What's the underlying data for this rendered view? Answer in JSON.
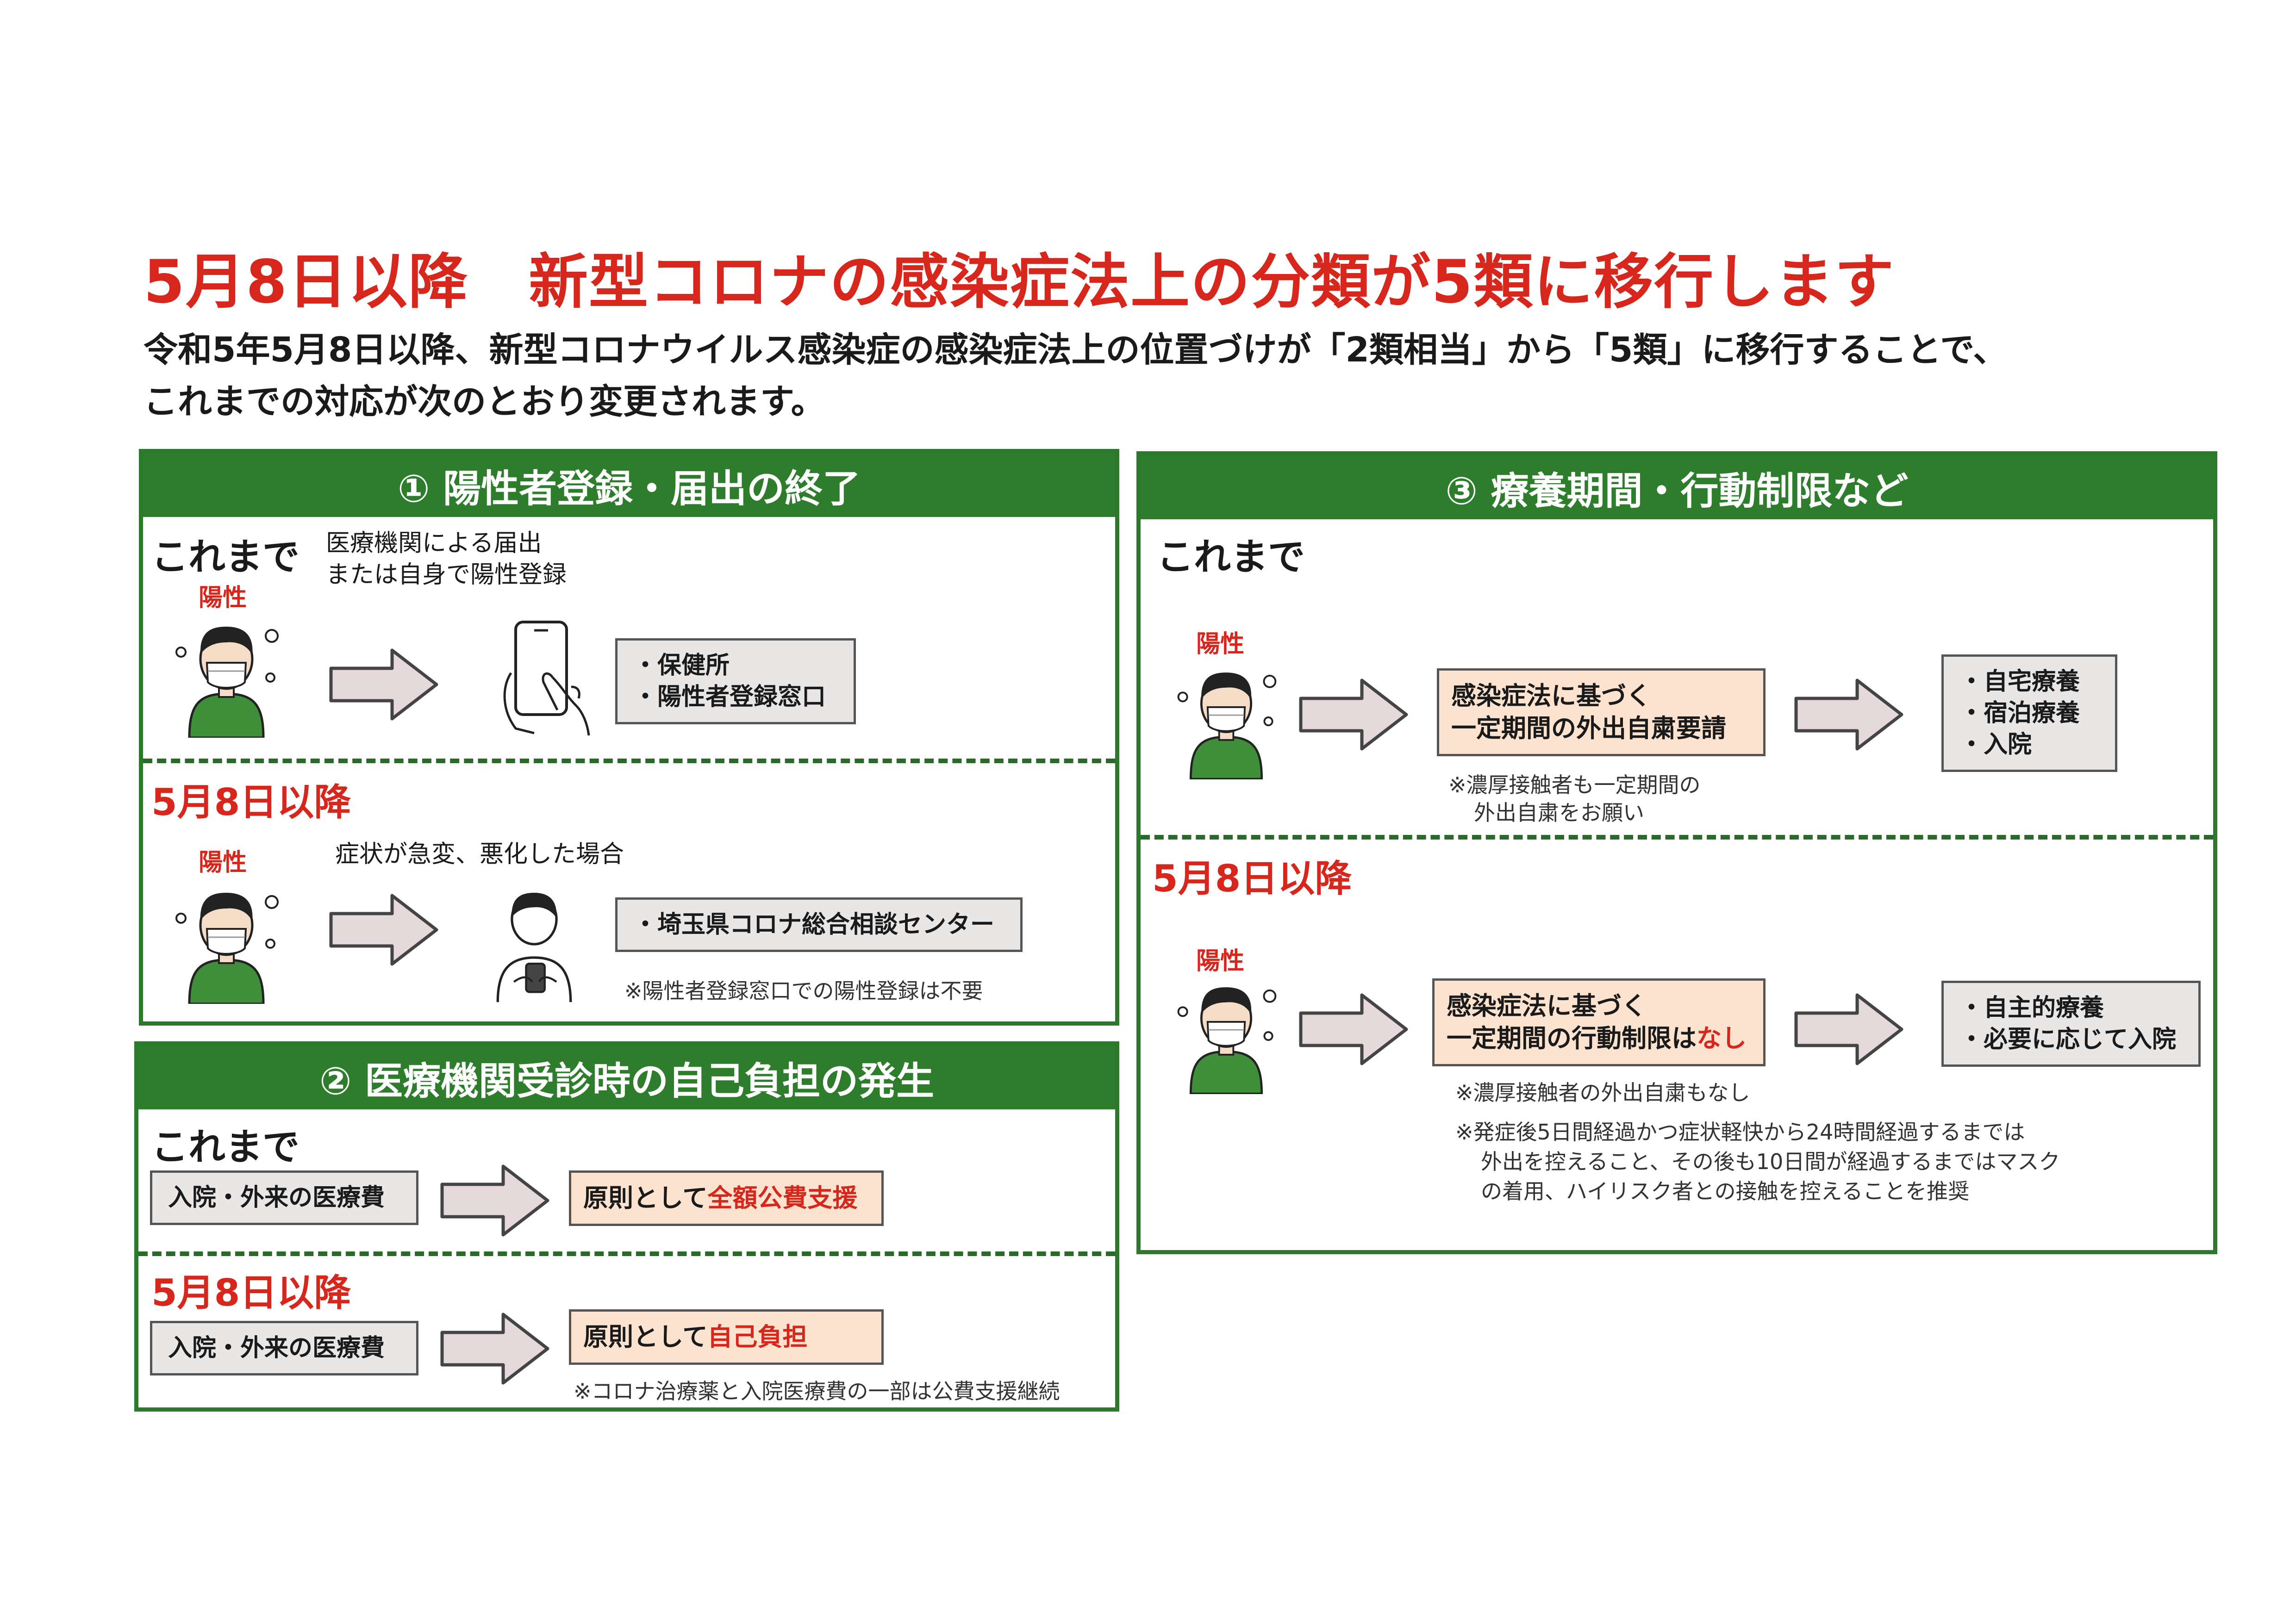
{
  "title": "5月8日以降　新型コロナの感染症法上の分類が5類に移行します",
  "intro": {
    "line1": "令和5年5月8日以降、新型コロナウイルス感染症の感染症法上の位置づけが「2類相当」から「5類」に移行することで、",
    "line2": "これまでの対応が次のとおり変更されます。"
  },
  "labels": {
    "before": "これまで",
    "after": "5月8日以降",
    "positive": "陽性"
  },
  "section1": {
    "header": "① 陽性者登録・届出の終了",
    "before": {
      "desc1": "医療機関による届出",
      "desc2": "または自身で陽性登録",
      "box1": "・保健所",
      "box2": "・陽性者登録窓口"
    },
    "after": {
      "desc": "症状が急変、悪化した場合",
      "box": "・埼玉県コロナ総合相談センター",
      "note": "※陽性者登録窓口での陽性登録は不要"
    }
  },
  "section2": {
    "header": "② 医療機関受診時の自己負担の発生",
    "before": {
      "box": "入院・外来の医療費",
      "result_prefix": "原則として",
      "result_highlight": "全額公費支援"
    },
    "after": {
      "box": "入院・外来の医療費",
      "result_prefix": "原則として",
      "result_highlight": "自己負担",
      "note": "※コロナ治療薬と入院医療費の一部は公費支援継続"
    }
  },
  "section3": {
    "header": "③ 療養期間・行動制限など",
    "before": {
      "box1": "感染症法に基づく",
      "box2": "一定期間の外出自粛要請",
      "note1": "※濃厚接触者も一定期間の",
      "note2": "外出自粛をお願い",
      "result1": "・自宅療養",
      "result2": "・宿泊療養",
      "result3": "・入院"
    },
    "after": {
      "box1": "感染症法に基づく",
      "box2_prefix": "一定期間の行動制限は",
      "box2_highlight": "なし",
      "result1": "・自主的療養",
      "result2": "・必要に応じて入院",
      "note1": "※濃厚接触者の外出自粛もなし",
      "note2": "※発症後5日間経過かつ症状軽快から24時間経過するまでは",
      "note3": "外出を控えること、その後も10日間が経過するまではマスク",
      "note4": "の着用、ハイリスク者との接触を控えることを推奨"
    }
  },
  "colors": {
    "green": "#2d7d2d",
    "red": "#d7261c",
    "orange_box": "#fbe3d0",
    "gray_box": "#e9e6e6"
  }
}
